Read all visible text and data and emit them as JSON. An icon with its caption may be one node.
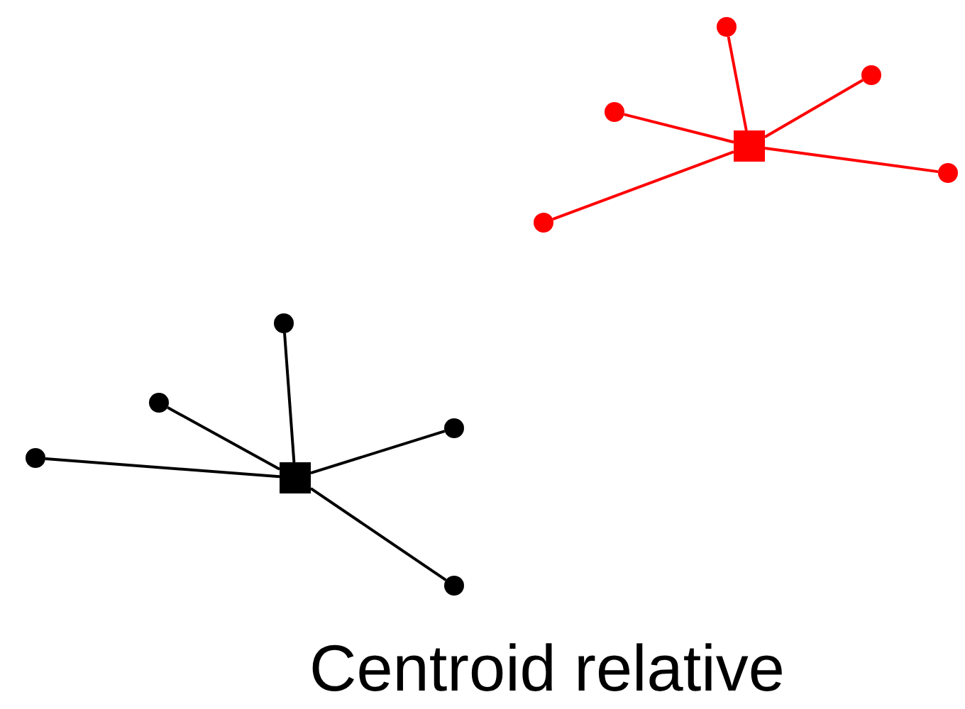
{
  "diagram": {
    "caption": "Centroid relative",
    "nodes": [
      {
        "text": [],
        "shape": "box"
      },
      {
        "text": [],
        "shape": "circle"
      },
      {
        "text": [],
        "shape": "circle"
      },
      {
        "text": [],
        "shape": "circle"
      },
      {
        "text": [],
        "shape": "circle"
      },
      {
        "text": [],
        "shape": "circle"
      },
      {
        "text": [],
        "shape": "box"
      },
      {
        "text": [],
        "shape": "circle"
      },
      {
        "text": [],
        "shape": "circle"
      },
      {
        "text": [],
        "shape": "circle"
      },
      {
        "text": [],
        "shape": "circle"
      },
      {
        "text": [],
        "shape": "circle"
      }
    ],
    "edges": [
      {
        "from": 0,
        "to": 1,
        "arrow": "none",
        "color": "#ff0000"
      },
      {
        "from": 0,
        "to": 2,
        "arrow": "none",
        "color": "#ff0000"
      },
      {
        "from": 0,
        "to": 3,
        "arrow": "none",
        "color": "#ff0000"
      },
      {
        "from": 0,
        "to": 4,
        "arrow": "none",
        "color": "#ff0000"
      },
      {
        "from": 0,
        "to": 5,
        "arrow": "none",
        "color": "#ff0000"
      },
      {
        "from": 6,
        "to": 7,
        "arrow": "none",
        "color": "#000000"
      },
      {
        "from": 6,
        "to": 8,
        "arrow": "none",
        "color": "#000000"
      },
      {
        "from": 6,
        "to": 9,
        "arrow": "none",
        "color": "#000000"
      },
      {
        "from": 6,
        "to": 10,
        "arrow": "none",
        "color": "#000000"
      },
      {
        "from": 6,
        "to": 11,
        "arrow": "none",
        "color": "#000000"
      }
    ]
  }
}
